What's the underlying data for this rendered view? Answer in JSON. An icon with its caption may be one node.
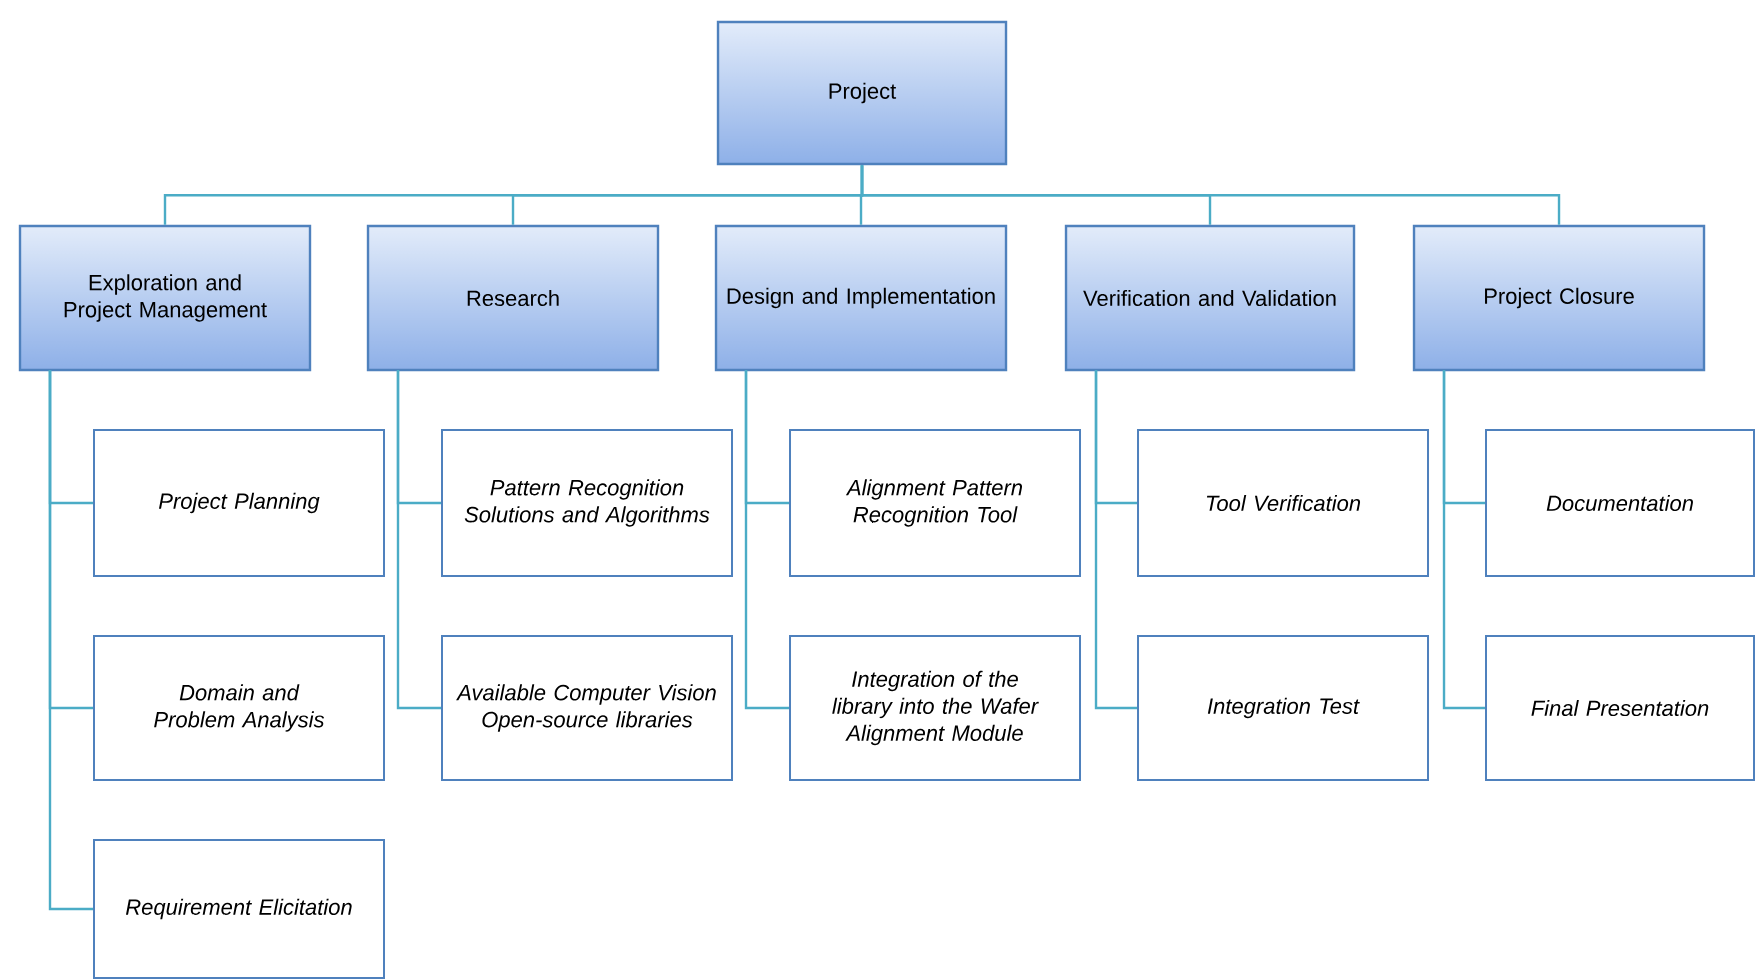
{
  "diagram": {
    "nodes": [
      {
        "text": [
          "Project"
        ]
      },
      {
        "text": [
          "Exploration and Project Management"
        ]
      },
      {
        "text": [
          "Research"
        ]
      },
      {
        "text": [
          "Design and Implementation"
        ]
      },
      {
        "text": [
          "Verification and Validation"
        ]
      },
      {
        "text": [
          "Project Closure"
        ]
      },
      {
        "text": [
          "Project Planning"
        ]
      },
      {
        "text": [
          "Domain and Problem Analysis"
        ]
      },
      {
        "text": [
          "Requirement Elicitation"
        ]
      },
      {
        "text": [
          "Pattern Recognition Solutions and Algorithms"
        ]
      },
      {
        "text": [
          "Available Computer Vision Open-source libraries"
        ]
      },
      {
        "text": [
          "Alignment Pattern Recognition Tool"
        ]
      },
      {
        "text": [
          "Integration of the library into the Wafer Alignment Module"
        ]
      },
      {
        "text": [
          "Tool Verification"
        ]
      },
      {
        "text": [
          "Integration Test"
        ]
      },
      {
        "text": [
          "Documentation"
        ]
      },
      {
        "text": [
          "Final Presentation"
        ]
      }
    ],
    "edges": [
      {
        "from": 0,
        "to": 1,
        "arrow": "none"
      },
      {
        "from": 0,
        "to": 2,
        "arrow": "none"
      },
      {
        "from": 0,
        "to": 3,
        "arrow": "none"
      },
      {
        "from": 0,
        "to": 4,
        "arrow": "none"
      },
      {
        "from": 0,
        "to": 5,
        "arrow": "none"
      },
      {
        "from": 1,
        "to": 6,
        "arrow": "none"
      },
      {
        "from": 1,
        "to": 7,
        "arrow": "none"
      },
      {
        "from": 1,
        "to": 8,
        "arrow": "none"
      },
      {
        "from": 2,
        "to": 9,
        "arrow": "none"
      },
      {
        "from": 2,
        "to": 10,
        "arrow": "none"
      },
      {
        "from": 3,
        "to": 11,
        "arrow": "none"
      },
      {
        "from": 3,
        "to": 12,
        "arrow": "none"
      },
      {
        "from": 4,
        "to": 13,
        "arrow": "none"
      },
      {
        "from": 4,
        "to": 14,
        "arrow": "none"
      },
      {
        "from": 5,
        "to": 15,
        "arrow": "none"
      },
      {
        "from": 5,
        "to": 16,
        "arrow": "none"
      }
    ]
  }
}
